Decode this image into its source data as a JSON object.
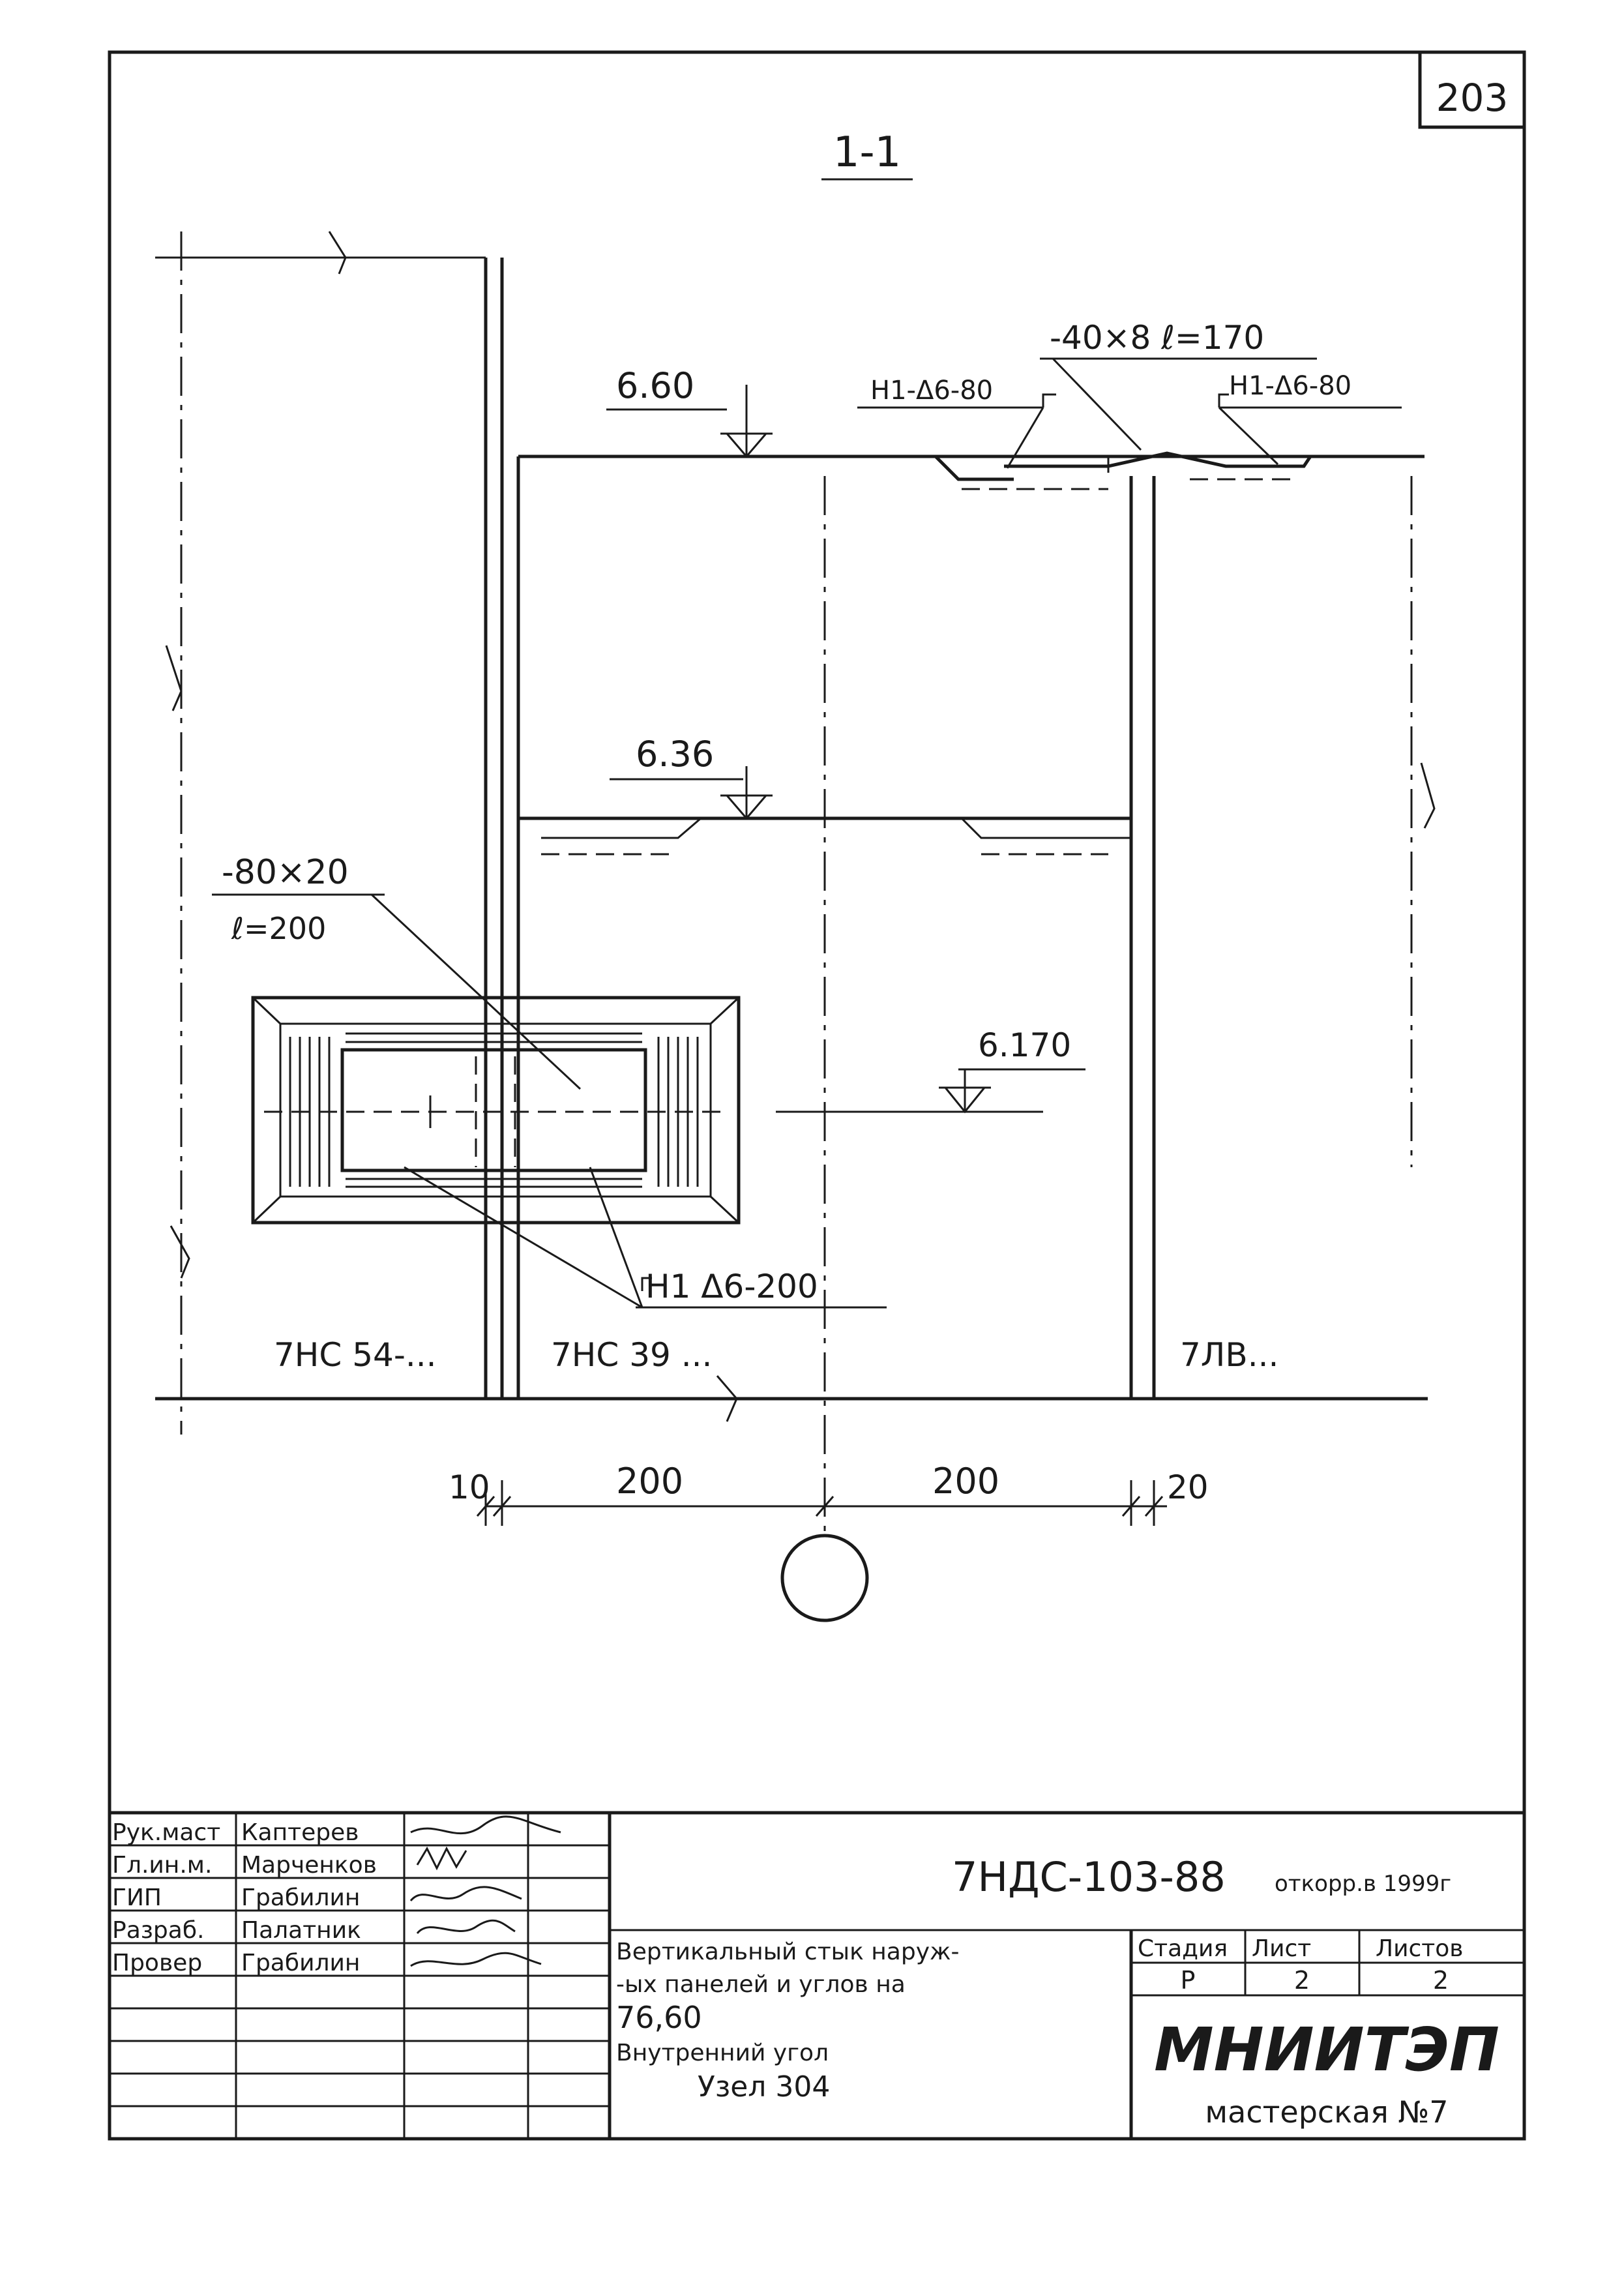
{
  "sheet_number": "203",
  "section_title": "1-1",
  "diagram": {
    "elevation_top": "6.60",
    "plate_top": "-40×8  ℓ=170",
    "weld_left": "Н1-Δ6-80",
    "weld_right": "Н1-Δ6-80",
    "elevation_mid": "6.36",
    "plate_side_1": "-80×20",
    "plate_side_2": "ℓ=200",
    "elevation_low": "6.170",
    "weld_bottom": "Н1 Δ6-200",
    "panel_left": "7НС 54-...",
    "panel_mid": "7НС 39 ...",
    "panel_right": "7ЛВ...",
    "dim_10": "10",
    "dim_200a": "200",
    "dim_200b": "200",
    "dim_20": "20"
  },
  "title_block": {
    "roles": [
      {
        "role": "Рук.маст",
        "name": "Каптерев"
      },
      {
        "role": "Гл.ин.м.",
        "name": "Марченков"
      },
      {
        "role": "ГИП",
        "name": "Грабилин"
      },
      {
        "role": "Разраб.",
        "name": "Палатник"
      },
      {
        "role": "Провер",
        "name": "Грабилин"
      }
    ],
    "doc_code": "7НДС-103-88",
    "revision_note": "откорр.в 1999г",
    "description": [
      "Вертикальный стык наруж-",
      "-ых панелей и углов на",
      "76,60",
      "Внутренний угол",
      "Узел 304"
    ],
    "stage_label": "Стадия",
    "sheet_label": "Лист",
    "sheets_label": "Листов",
    "stage_value": "Р",
    "sheet_value": "2",
    "sheets_value": "2",
    "org_name": "МНИИТЭП",
    "org_sub": "мастерская №7"
  }
}
